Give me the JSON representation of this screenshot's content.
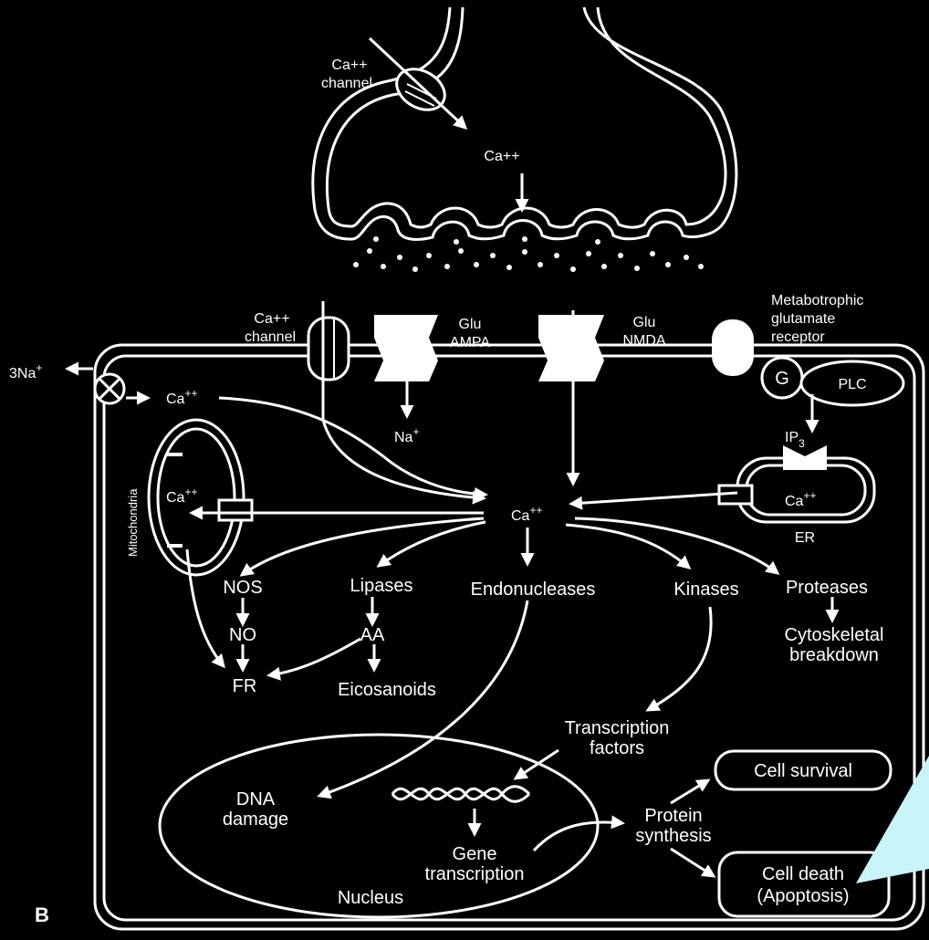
{
  "colors": {
    "background": "#000000",
    "foreground": "#ffffff",
    "accent_triangle": "#c8f4f8"
  },
  "labels": {
    "pre_ca_channel_1": "Ca++",
    "pre_ca_channel_2": "channel",
    "pre_ca": "Ca++",
    "post_ca_channel_1": "Ca++",
    "post_ca_channel_2": "channel",
    "glu_ampa_1": "Glu",
    "glu_ampa_2": "AMPA",
    "glu_nmda_1": "Glu",
    "glu_nmda_2": "NMDA",
    "mglur_1": "Metabotrophic",
    "mglur_2": "glutamate",
    "mglur_3": "receptor",
    "g_protein": "G",
    "plc": "PLC",
    "ip3": "IP",
    "ip3_sub": "3",
    "na_exchange": "3Na",
    "na_exchange_sup": "+",
    "ca_in_left": "Ca",
    "ca_in_left_sup": "++",
    "na_in": "Na",
    "na_in_sup": "+",
    "mitochondria": "Mitochondria",
    "mito_ca": "Ca",
    "mito_ca_sup": "++",
    "center_ca": "Ca",
    "center_ca_sup": "++",
    "er_ca": "Ca",
    "er_ca_sup": "++",
    "er": "ER",
    "nos": "NOS",
    "lipases": "Lipases",
    "endonucleases": "Endonucleases",
    "kinases": "Kinases",
    "proteases": "Proteases",
    "no": "NO",
    "aa": "AA",
    "fr": "FR",
    "eicosanoids": "Eicosanoids",
    "cyto_1": "Cytoskeletal",
    "cyto_2": "breakdown",
    "tf_1": "Transcription",
    "tf_2": "factors",
    "dna_1": "DNA",
    "dna_2": "damage",
    "gene_1": "Gene",
    "gene_2": "transcription",
    "nucleus": "Nucleus",
    "protein_1": "Protein",
    "protein_2": "synthesis",
    "cell_survival": "Cell survival",
    "cell_death_1": "Cell death",
    "cell_death_2": "(Apoptosis)",
    "panel": "B"
  }
}
